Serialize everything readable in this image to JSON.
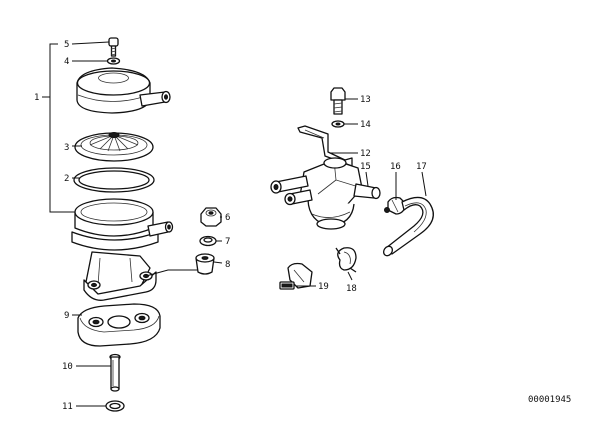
{
  "callouts": {
    "c1": "1",
    "c2": "2",
    "c3": "3",
    "c4": "4",
    "c5": "5",
    "c6": "6",
    "c7": "7",
    "c8": "8",
    "c9": "9",
    "c10": "10",
    "c11": "11",
    "c12": "12",
    "c13": "13",
    "c14": "14",
    "c15": "15",
    "c16": "16",
    "c17": "17",
    "c18": "18",
    "c19": "19"
  },
  "catalog_number": "00001945"
}
